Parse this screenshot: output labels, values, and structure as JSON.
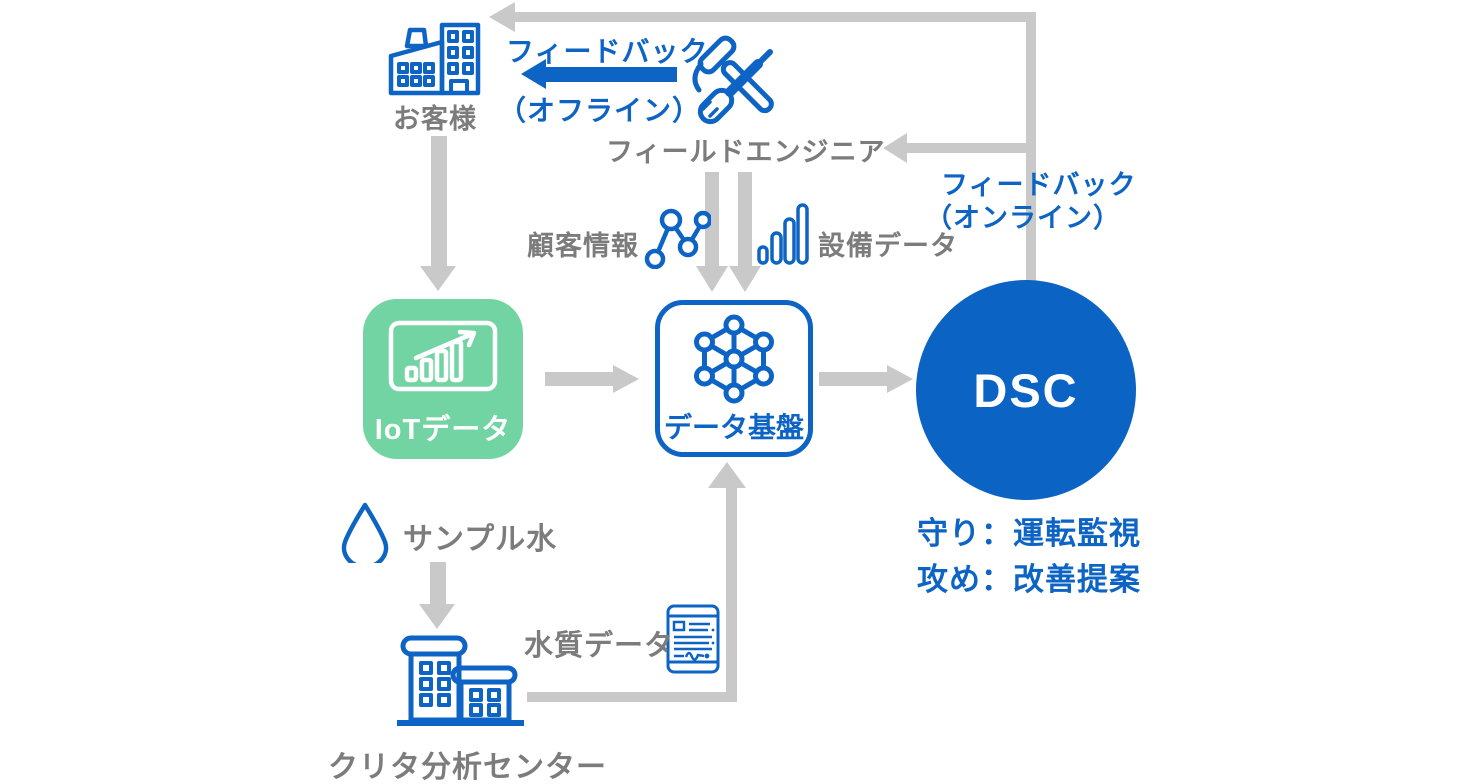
{
  "colors": {
    "blue": "#0d64c4",
    "blue_dark": "#0b63c4",
    "green": "#72d4a3",
    "gray_arrow": "#c9c9c9",
    "gray_text": "#7c7c7c",
    "white": "#ffffff"
  },
  "nodes": {
    "customer": {
      "label": "お客様",
      "icon": "factory-building-icon"
    },
    "field_engineer": {
      "label": "フィールドエンジニア",
      "icon": "hammer-screwdriver-icon"
    },
    "iot_data": {
      "label": "IoTデータ",
      "icon": "chart-monitor-icon"
    },
    "data_platform": {
      "label": "データ基盤",
      "icon": "network-hexagon-icon"
    },
    "dsc": {
      "label": "DSC",
      "note_line1": "守り：運転監視",
      "note_line2": "攻め：改善提案"
    },
    "sample_water": {
      "label": "サンプル水",
      "icon": "water-drop-icon"
    },
    "kurita_analysis_center": {
      "label": "クリタ分析センター",
      "icon": "office-building-icon"
    }
  },
  "flows": {
    "feedback_offline": {
      "line1": "フィードバック",
      "line2": "（オフライン）"
    },
    "feedback_online": {
      "line1": "フィードバック",
      "line2": "（オンライン）"
    },
    "customer_info": {
      "label": "顧客情報",
      "icon": "molecule-icon"
    },
    "equipment_data": {
      "label": "設備データ",
      "icon": "signal-bars-icon"
    },
    "water_quality_data": {
      "label": "水質データ",
      "icon": "report-document-icon"
    }
  }
}
